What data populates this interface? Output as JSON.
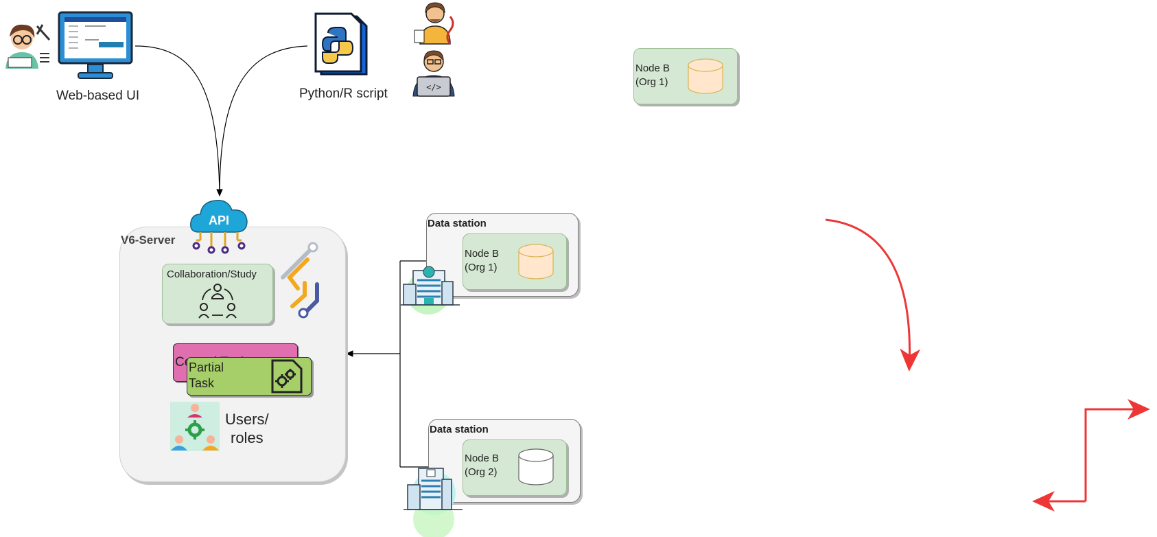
{
  "clients": {
    "web_ui_label": "Web-based UI",
    "script_label": "Python/R script"
  },
  "top_node": {
    "label_line1": "Node B",
    "label_line2": "(Org 1)"
  },
  "server": {
    "title": "V6-Server",
    "api_label": "API",
    "collaboration_label": "Collaboration/Study",
    "central_task_label": "Central Task",
    "partial_task_line1": "Partial",
    "partial_task_line2": "Task",
    "users_line1": "Users/",
    "users_line2": "roles"
  },
  "stations": [
    {
      "title": "Data station",
      "node_line1": "Node B",
      "node_line2": "(Org 1)"
    },
    {
      "title": "Data station",
      "node_line1": "Node B",
      "node_line2": "(Org 2)"
    }
  ],
  "colors": {
    "node_fill": "#d5e8d4",
    "db_org1": "#ffe6cc",
    "db_org2": "#ffffff",
    "central_task": "#e06fb0",
    "partial_task": "#a6cf6a",
    "red_arrow": "#ee3636"
  },
  "icons": [
    "developer-icon",
    "monitor-icon",
    "python-file-icon",
    "researcher-icon",
    "programmer-icon",
    "api-cloud-icon",
    "git-branch-icon",
    "collaboration-icon",
    "gear-doc-icon",
    "users-roles-icon",
    "hospital-icon",
    "database-icon"
  ]
}
